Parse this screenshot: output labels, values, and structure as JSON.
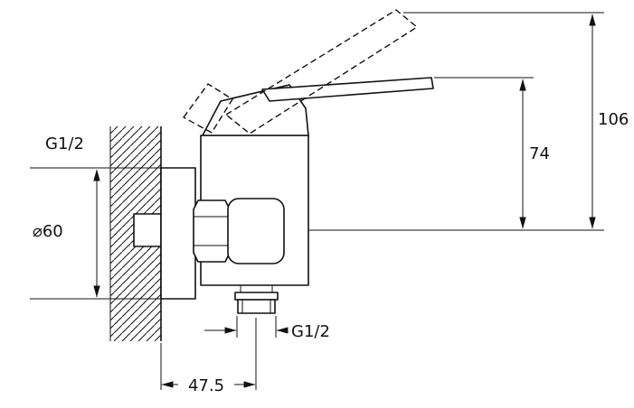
{
  "drawing": {
    "background": "#ffffff",
    "line_color": "#111111",
    "type": "technical-dimension-drawing",
    "subject": "wall-mounted single-lever shower mixer, side view",
    "labels": {
      "inlet_thread": "G1/2",
      "escutcheon_diameter": "⌀60",
      "overall_height": "106",
      "lever_height": "74",
      "outlet_thread": "G1/2",
      "outlet_offset": "47.5"
    }
  }
}
